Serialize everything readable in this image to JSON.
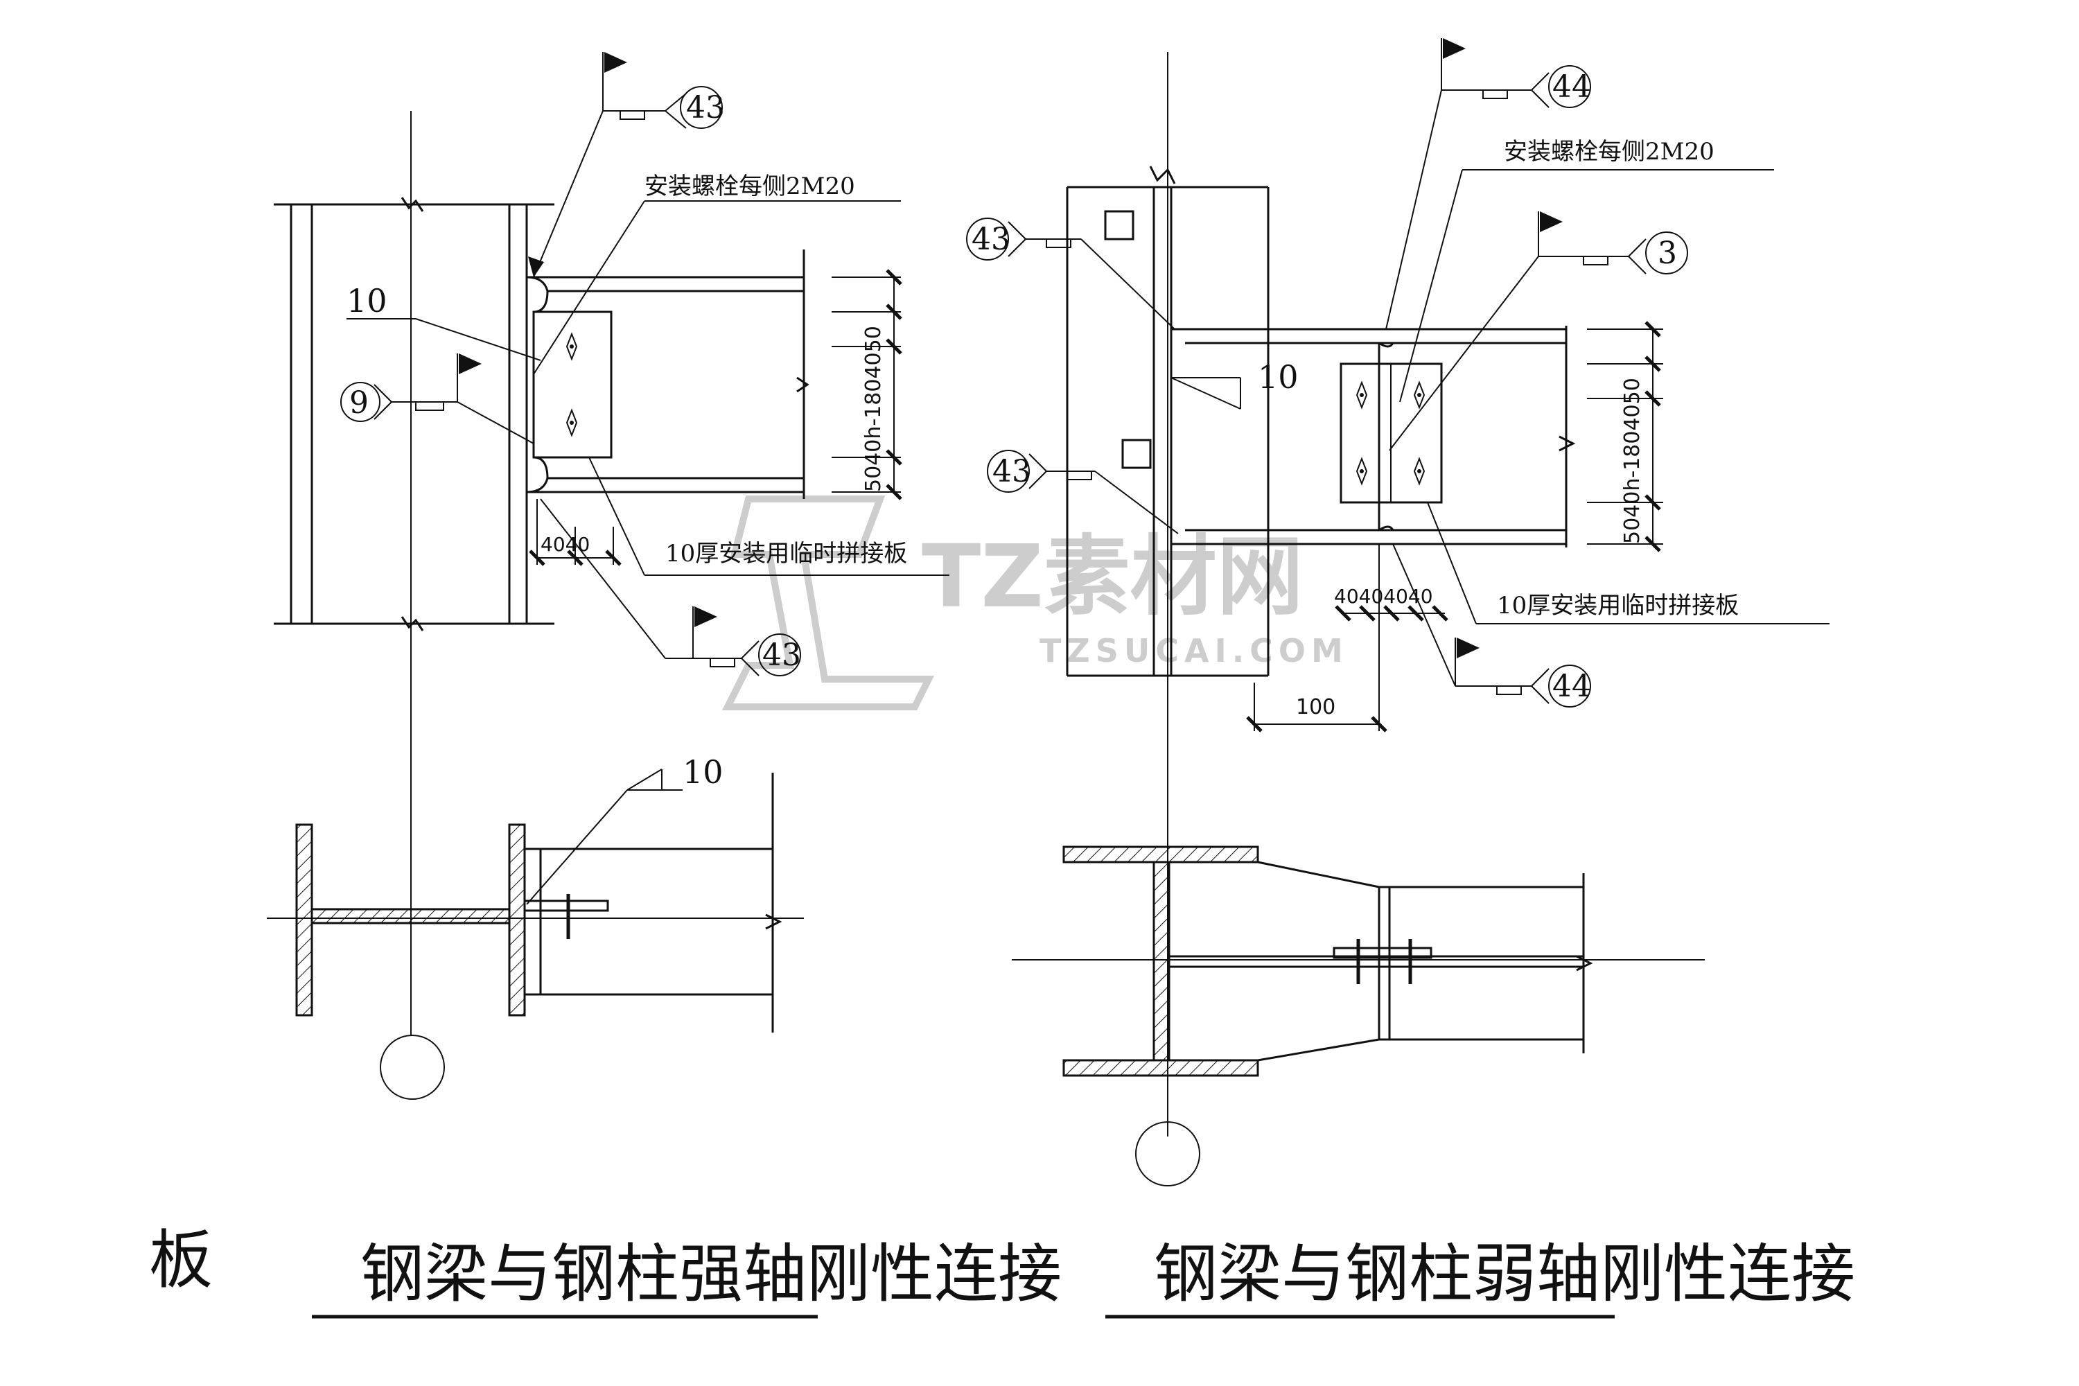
{
  "left_detail": {
    "weld_top": "43",
    "weld_left": "9",
    "weld_bottom": "43",
    "weld_size": "10",
    "bolt_note": "安装螺栓每侧2M20",
    "plate_note": "10厚安装用临时拼接板",
    "dim_horizontal": "4040",
    "dim_vertical": "5040h-1804050",
    "plan_weld_size": "10"
  },
  "right_detail": {
    "weld_top": "44",
    "weld_col_upper": "43",
    "weld_col_lower": "43",
    "weld_flange": "3",
    "weld_size": "10",
    "weld_bottom": "44",
    "bolt_note": "安装螺栓每侧2M20",
    "plate_note": "10厚安装用临时拼接板",
    "dim_horizontal": "40404040",
    "dim_vertical": "5040h-1804050",
    "dim_bottom": "100"
  },
  "captions": {
    "fragment": "板",
    "left": "钢梁与钢柱强轴刚性连接",
    "right": "钢梁与钢柱弱轴刚性连接"
  },
  "watermark": {
    "brand": "TZ素材网",
    "url": "TZSUCAI.COM"
  }
}
